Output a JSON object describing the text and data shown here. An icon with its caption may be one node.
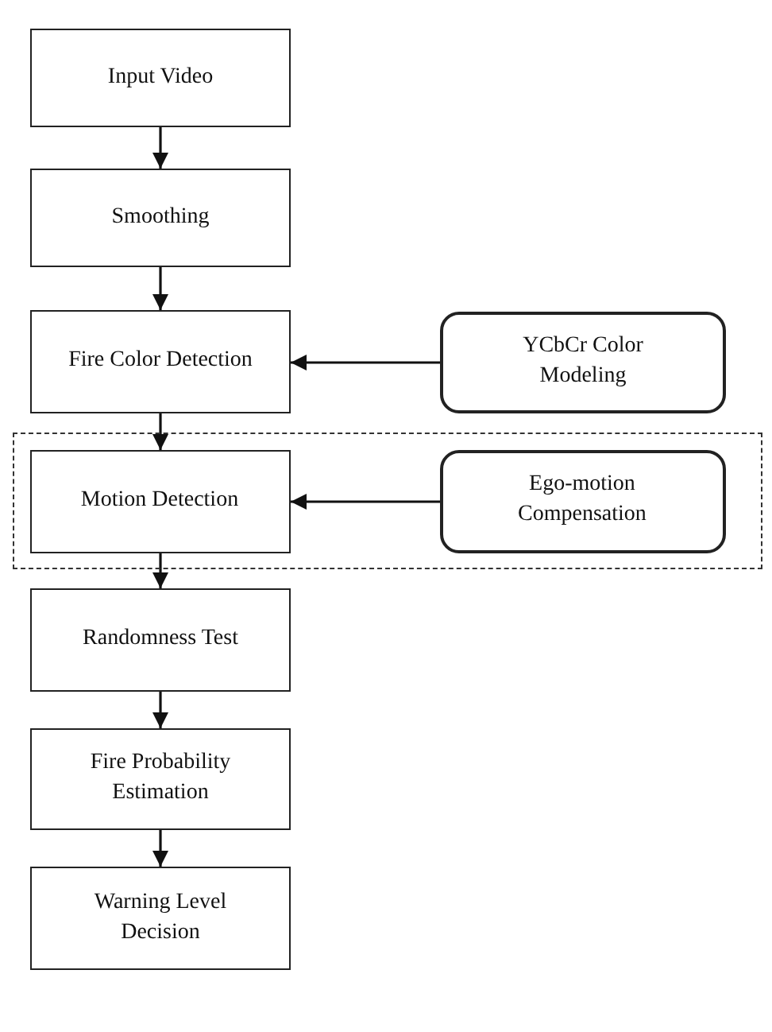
{
  "diagram": {
    "nodes": [
      {
        "text": [
          "Input Video"
        ]
      },
      {
        "text": [
          "Smoothing"
        ]
      },
      {
        "text": [
          "Fire Color Detection"
        ]
      },
      {
        "text": [
          "YCbCr Color Modeling"
        ]
      },
      {
        "text": [],
        "shape": "box"
      },
      {
        "text": [
          "Motion Detection"
        ],
        "in": 4
      },
      {
        "text": [
          "Ego-motion Compensation"
        ],
        "in": 4
      },
      {
        "text": [
          "Randomness Test"
        ]
      },
      {
        "text": [
          "Fire Probability Estimation"
        ]
      },
      {
        "text": [
          "Warning Level Decision"
        ]
      }
    ],
    "edges": [
      {
        "from": 0,
        "to": 1,
        "arrow": "to"
      },
      {
        "from": 1,
        "to": 2,
        "arrow": "to"
      },
      {
        "from": 3,
        "to": 2,
        "arrow": "to"
      },
      {
        "from": 2,
        "to": 5,
        "arrow": "to"
      },
      {
        "from": 6,
        "to": 5,
        "arrow": "to"
      },
      {
        "from": 5,
        "to": 7,
        "arrow": "to"
      },
      {
        "from": 7,
        "to": 8,
        "arrow": "to"
      },
      {
        "from": 8,
        "to": 9,
        "arrow": "to"
      }
    ]
  }
}
